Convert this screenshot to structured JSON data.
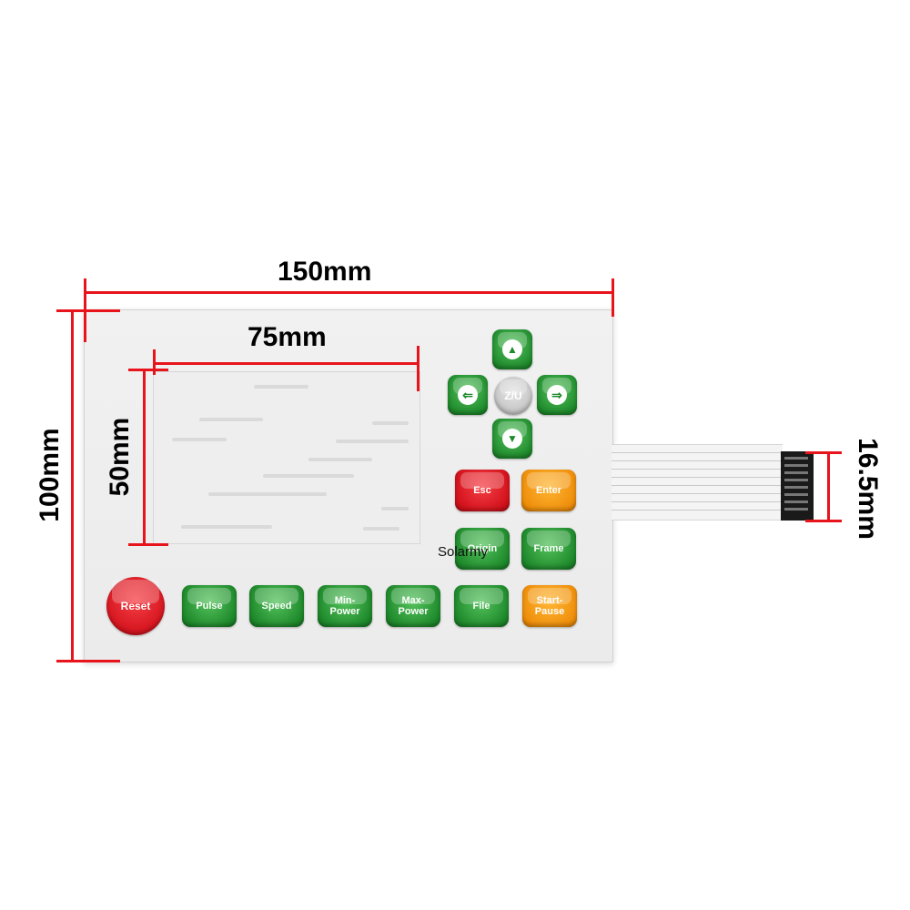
{
  "dimensions": {
    "width_total": "150mm",
    "height_total": "100mm",
    "screen_width": "75mm",
    "screen_height": "50mm",
    "connector_width": "16.5mm"
  },
  "brand": "Solarmy",
  "keys": {
    "up": "▲",
    "down": "▼",
    "left": "⇐",
    "right": "⇒",
    "zu": "Z/U",
    "esc": "Esc",
    "enter": "Enter",
    "origin": "Origin",
    "frame": "Frame",
    "reset": "Reset",
    "pulse": "Pulse",
    "speed": "Speed",
    "min_power": "Min-\nPower",
    "max_power": "Max-\nPower",
    "file": "File",
    "start_pause": "Start-\nPause"
  },
  "colors": {
    "dimension_line": "#e8141c",
    "key_green": "#1f8a2c",
    "key_orange": "#ef8f0c",
    "key_red": "#d3121c"
  }
}
